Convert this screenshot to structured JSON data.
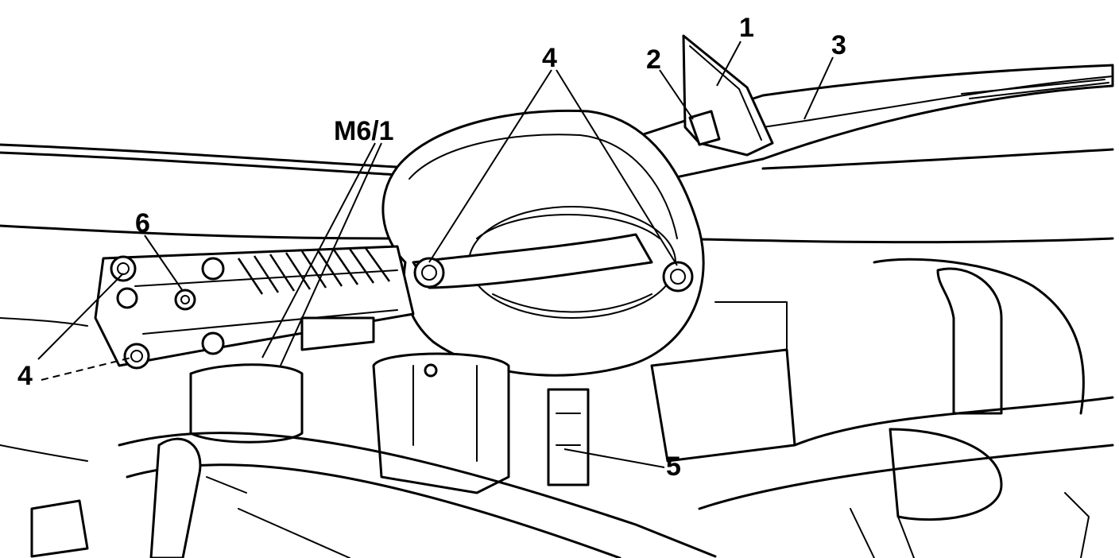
{
  "callouts": {
    "c1": "1",
    "c2": "2",
    "c3": "3",
    "c4_top": "4",
    "c4_left": "4",
    "c5": "5",
    "c6": "6",
    "m61": "M6/1"
  }
}
